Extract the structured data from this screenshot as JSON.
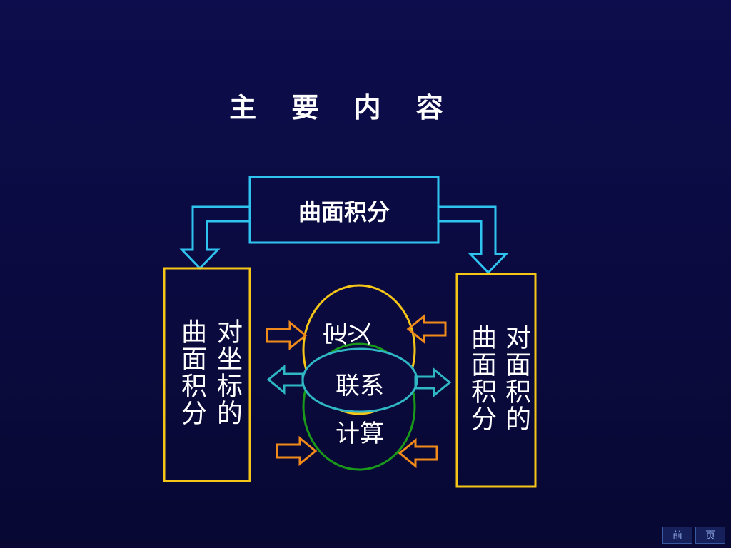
{
  "title": "主 要 内 容",
  "top_box": {
    "label": "曲面积分"
  },
  "left_box": {
    "col1": "对坐标的",
    "col2": "曲面积分"
  },
  "right_box": {
    "col1": "对面积的",
    "col2": "曲面积分"
  },
  "center": {
    "top_label": "定义",
    "middle_label": "联系",
    "bottom_label": "计算"
  },
  "nav": {
    "prev": "前",
    "next": "页"
  },
  "colors": {
    "box_border_yellow": "#f5c518",
    "box_border_cyan": "#2fc4f0",
    "arrow_orange": "#f08a1a",
    "arrow_teal": "#2fb8c4",
    "ellipse_green": "#1a9a1a",
    "background": "#0b0b40"
  }
}
